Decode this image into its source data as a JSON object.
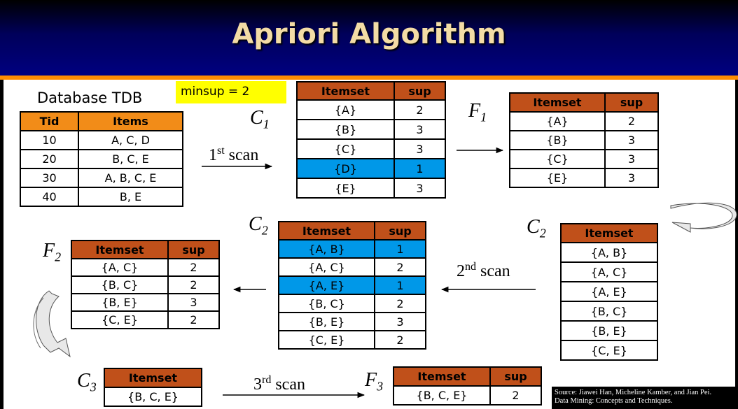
{
  "title": "Apriori Algorithm",
  "database": {
    "title": "Database TDB",
    "headers": [
      "Tid",
      "Items"
    ],
    "rows": [
      [
        "10",
        "A, C, D"
      ],
      [
        "20",
        "B, C, E"
      ],
      [
        "30",
        "A, B, C, E"
      ],
      [
        "40",
        "B, E"
      ]
    ]
  },
  "minsup_label": "minsup = 2",
  "labels": {
    "c1_main": "C",
    "c1_sub": "1",
    "f1_main": "F",
    "f1_sub": "1",
    "c2_main": "C",
    "c2_sub": "2",
    "f2_main": "F",
    "f2_sub": "2",
    "c3_main": "C",
    "c3_sub": "3",
    "f3_main": "F",
    "f3_sub": "3"
  },
  "scans": {
    "first": {
      "num": "1",
      "suffix": "st",
      "word": " scan"
    },
    "second": {
      "num": "2",
      "suffix": "nd",
      "word": " scan"
    },
    "third": {
      "num": "3",
      "suffix": "rd",
      "word": " scan"
    }
  },
  "headers": {
    "itemset": "Itemset",
    "sup": "sup"
  },
  "c1": [
    [
      "{A}",
      "2"
    ],
    [
      "{B}",
      "3"
    ],
    [
      "{C}",
      "3"
    ],
    [
      "{D}",
      "1"
    ],
    [
      "{E}",
      "3"
    ]
  ],
  "c1_highlight": [
    3
  ],
  "f1": [
    [
      "{A}",
      "2"
    ],
    [
      "{B}",
      "3"
    ],
    [
      "{C}",
      "3"
    ],
    [
      "{E}",
      "3"
    ]
  ],
  "c2_candidates": [
    "{A, B}",
    "{A, C}",
    "{A, E}",
    "{B, C}",
    "{B, E}",
    "{C, E}"
  ],
  "c2_counted": [
    [
      "{A, B}",
      "1"
    ],
    [
      "{A, C}",
      "2"
    ],
    [
      "{A, E}",
      "1"
    ],
    [
      "{B, C}",
      "2"
    ],
    [
      "{B, E}",
      "3"
    ],
    [
      "{C, E}",
      "2"
    ]
  ],
  "c2_highlight": [
    0,
    2
  ],
  "f2": [
    [
      "{A, C}",
      "2"
    ],
    [
      "{B, C}",
      "2"
    ],
    [
      "{B, E}",
      "3"
    ],
    [
      "{C, E}",
      "2"
    ]
  ],
  "c3": [
    "{B, C, E}"
  ],
  "f3": [
    [
      "{B, C, E}",
      "2"
    ]
  ],
  "source": {
    "line1": "Source: Jiawei Han, Micheline Kamber, and Jian Pei.",
    "line2": "Data Mining: Concepts and Techniques."
  },
  "colors": {
    "header_bg": "#000080",
    "title_text": "#f3dca5",
    "accent_rule": "#ff8c00",
    "table_header": "#c0501a",
    "tdb_header": "#f28c18",
    "highlight": "#0098e8",
    "minsup_bg": "#ffff00"
  }
}
